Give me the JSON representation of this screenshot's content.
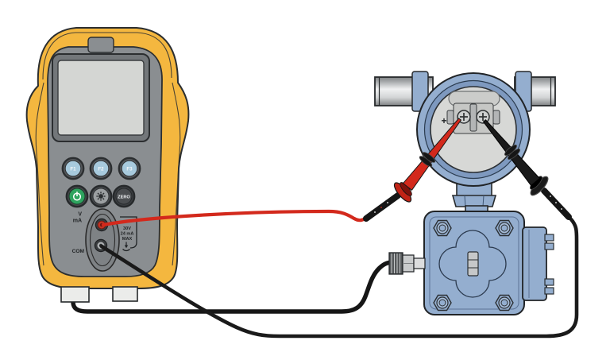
{
  "calibrator": {
    "function_keys": [
      "F1",
      "F2",
      "F3"
    ],
    "zero_button": {
      "label": "ZERO"
    },
    "power_button": {
      "icon": "power-icon"
    },
    "backlight_button": {
      "icon": "backlight-icon"
    },
    "jacks": {
      "v_ma_label_line1": "V",
      "v_ma_label_line2": "mA",
      "com_label": "COM",
      "rating_line1": "30V",
      "rating_line2": "24 mA",
      "rating_line3": "MAX",
      "rating_icon": "max-input-icon"
    }
  },
  "transmitter": {
    "terminal_polarity_label": "+"
  },
  "colors": {
    "calibrator_yellow": "#F4B73F",
    "calibrator_gray": "#8A8E91",
    "screen_gray": "#D4D6D3",
    "function_key_blue": "#A7CADD",
    "power_green": "#2EA45F",
    "transmitter_blue": "#94AECF",
    "lead_red": "#D3291C",
    "lead_black": "#1A1A1A",
    "pipe_gray": "#DCDEDF"
  }
}
